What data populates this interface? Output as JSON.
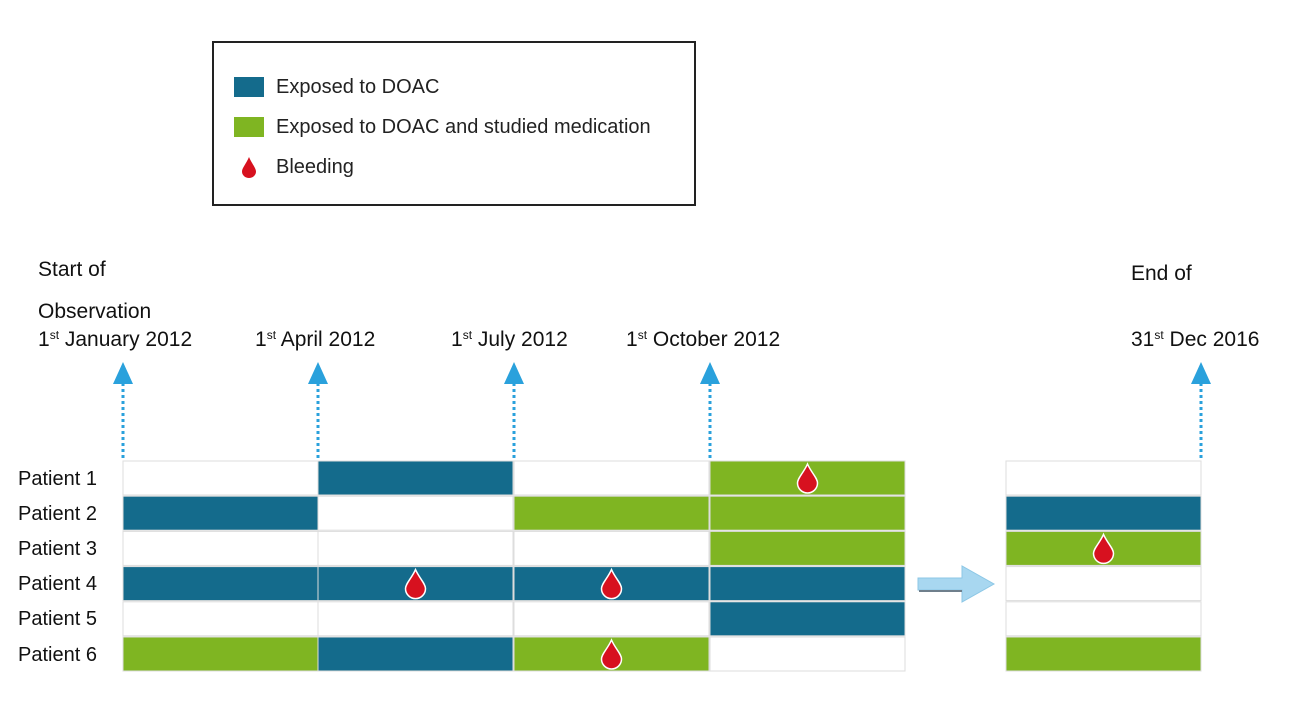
{
  "legend": {
    "items": [
      {
        "label": "Exposed to DOAC",
        "kind": "swatch",
        "color": "#146b8c"
      },
      {
        "label": "Exposed to DOAC and studied medication",
        "kind": "swatch",
        "color": "#7fb522"
      },
      {
        "label": "Bleeding",
        "kind": "drop",
        "color": "#d7111f"
      }
    ]
  },
  "timeline": {
    "start_line1": "Start of",
    "start_line2": "Observation",
    "end_line1": "End of",
    "dates": [
      {
        "sup": "st",
        "pre": "1",
        "post": " January 2012"
      },
      {
        "sup": "st",
        "pre": "1",
        "post": " April 2012"
      },
      {
        "sup": "st",
        "pre": "1",
        "post": " July 2012"
      },
      {
        "sup": "st",
        "pre": "1",
        "post": " October 2012"
      },
      {
        "sup": "st",
        "pre": "31",
        "post": " Dec 2016"
      }
    ]
  },
  "patients": [
    {
      "label": "Patient 1",
      "segments": [
        "empty",
        "doac",
        "empty",
        "studied"
      ],
      "bleeds": [
        3
      ],
      "tail": "empty",
      "tail_bleed": false
    },
    {
      "label": "Patient 2",
      "segments": [
        "doac",
        "empty",
        "studied",
        "studied"
      ],
      "bleeds": [],
      "tail": "doac",
      "tail_bleed": false
    },
    {
      "label": "Patient 3",
      "segments": [
        "empty",
        "empty",
        "empty",
        "studied"
      ],
      "bleeds": [],
      "tail": "studied",
      "tail_bleed": true
    },
    {
      "label": "Patient 4",
      "segments": [
        "doac",
        "doac",
        "doac",
        "doac"
      ],
      "bleeds": [
        1,
        2
      ],
      "tail": "empty",
      "tail_bleed": false
    },
    {
      "label": "Patient 5",
      "segments": [
        "empty",
        "empty",
        "empty",
        "doac"
      ],
      "bleeds": [],
      "tail": "empty",
      "tail_bleed": false
    },
    {
      "label": "Patient 6",
      "segments": [
        "studied",
        "doac",
        "studied",
        "empty"
      ],
      "bleeds": [
        2
      ],
      "tail": "studied",
      "tail_bleed": false
    }
  ],
  "colors": {
    "doac": "#146b8c",
    "studied": "#7fb522",
    "bleed": "#d7111f",
    "arrow": "#2aa1dc",
    "big_arrow": "#a8d7f0",
    "grid": "#dddddd"
  }
}
